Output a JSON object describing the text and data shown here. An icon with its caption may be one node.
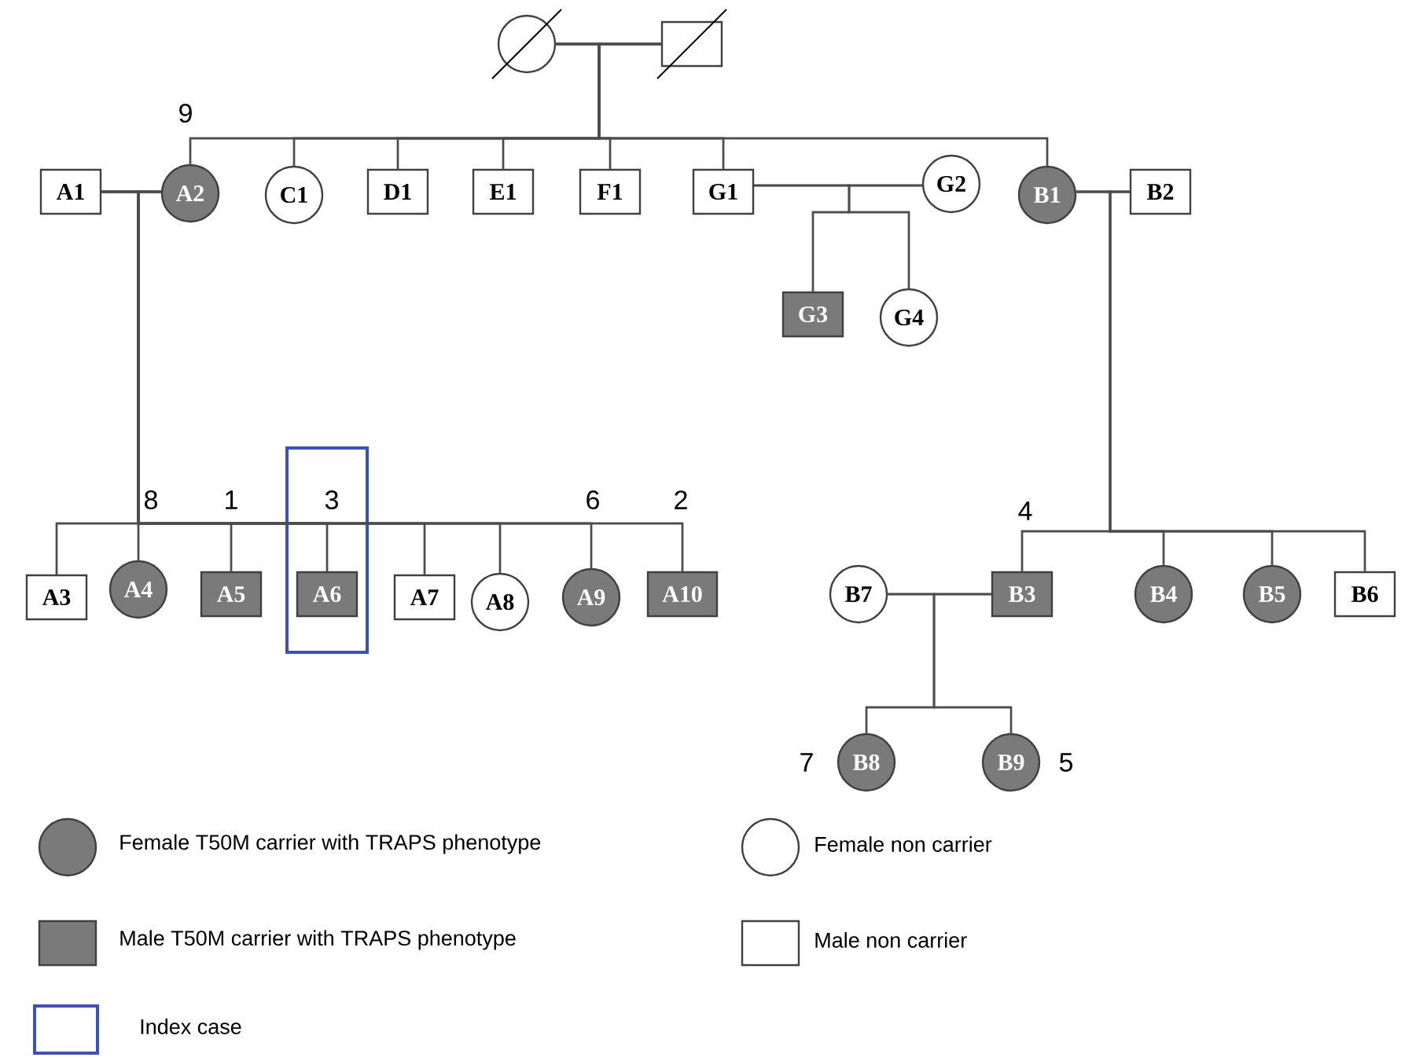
{
  "diagram": {
    "nodes": [
      {
        "text": [],
        "shape": "circle"
      },
      {
        "text": [],
        "shape": "box"
      },
      {
        "text": [
          "A1"
        ]
      },
      {
        "text": [
          "A2"
        ],
        "beside": [
          "9"
        ]
      },
      {
        "text": [
          "C1"
        ]
      },
      {
        "text": [
          "D1"
        ]
      },
      {
        "text": [
          "E1"
        ]
      },
      {
        "text": [
          "F1"
        ]
      },
      {
        "text": [
          "G1"
        ]
      },
      {
        "text": [
          "G2"
        ]
      },
      {
        "text": [
          "B1"
        ]
      },
      {
        "text": [
          "B2"
        ]
      },
      {
        "text": [
          "G3"
        ]
      },
      {
        "text": [
          "G4"
        ]
      },
      {
        "text": [
          "A3"
        ]
      },
      {
        "text": [
          "A4"
        ],
        "beside": [
          "8"
        ]
      },
      {
        "text": [
          "A5"
        ],
        "beside": [
          "1"
        ]
      },
      {
        "text": [],
        "shape": "box"
      },
      {
        "text": [
          "A6"
        ],
        "beside": [
          "3"
        ],
        "in": 17
      },
      {
        "text": [
          "A7"
        ]
      },
      {
        "text": [
          "A8"
        ]
      },
      {
        "text": [
          "A9"
        ],
        "beside": [
          "6"
        ]
      },
      {
        "text": [
          "A10"
        ],
        "beside": [
          "2"
        ]
      },
      {
        "text": [
          "B7"
        ]
      },
      {
        "text": [
          "B3"
        ],
        "beside": [
          "4"
        ]
      },
      {
        "text": [
          "B4"
        ]
      },
      {
        "text": [
          "B5"
        ]
      },
      {
        "text": [
          "B6"
        ]
      },
      {
        "text": [
          "B8"
        ],
        "beside": [
          "7"
        ]
      },
      {
        "text": [
          "B9"
        ],
        "beside": [
          "5"
        ]
      }
    ],
    "edges": [
      {
        "from": 0,
        "to": 1,
        "arrow": "none"
      },
      {
        "from": 0,
        "to": 3,
        "arrow": "none"
      },
      {
        "from": 1,
        "to": 3,
        "arrow": "none"
      },
      {
        "from": 0,
        "to": 4,
        "arrow": "none"
      },
      {
        "from": 1,
        "to": 4,
        "arrow": "none"
      },
      {
        "from": 0,
        "to": 5,
        "arrow": "none"
      },
      {
        "from": 1,
        "to": 5,
        "arrow": "none"
      },
      {
        "from": 0,
        "to": 6,
        "arrow": "none"
      },
      {
        "from": 1,
        "to": 6,
        "arrow": "none"
      },
      {
        "from": 0,
        "to": 7,
        "arrow": "none"
      },
      {
        "from": 1,
        "to": 7,
        "arrow": "none"
      },
      {
        "from": 0,
        "to": 8,
        "arrow": "none"
      },
      {
        "from": 1,
        "to": 8,
        "arrow": "none"
      },
      {
        "from": 0,
        "to": 10,
        "arrow": "none"
      },
      {
        "from": 1,
        "to": 10,
        "arrow": "none"
      },
      {
        "from": 2,
        "to": 3,
        "arrow": "none"
      },
      {
        "from": 8,
        "to": 9,
        "arrow": "none"
      },
      {
        "from": 10,
        "to": 11,
        "arrow": "none"
      },
      {
        "from": 23,
        "to": 24,
        "arrow": "none"
      },
      {
        "from": 2,
        "to": 14,
        "arrow": "none"
      },
      {
        "from": 3,
        "to": 14,
        "arrow": "none"
      },
      {
        "from": 2,
        "to": 15,
        "arrow": "none"
      },
      {
        "from": 3,
        "to": 15,
        "arrow": "none"
      },
      {
        "from": 2,
        "to": 16,
        "arrow": "none"
      },
      {
        "from": 3,
        "to": 16,
        "arrow": "none"
      },
      {
        "from": 2,
        "to": 18,
        "arrow": "none"
      },
      {
        "from": 3,
        "to": 18,
        "arrow": "none"
      },
      {
        "from": 2,
        "to": 19,
        "arrow": "none"
      },
      {
        "from": 3,
        "to": 19,
        "arrow": "none"
      },
      {
        "from": 2,
        "to": 20,
        "arrow": "none"
      },
      {
        "from": 3,
        "to": 20,
        "arrow": "none"
      },
      {
        "from": 2,
        "to": 21,
        "arrow": "none"
      },
      {
        "from": 3,
        "to": 21,
        "arrow": "none"
      },
      {
        "from": 2,
        "to": 22,
        "arrow": "none"
      },
      {
        "from": 3,
        "to": 22,
        "arrow": "none"
      },
      {
        "from": 8,
        "to": 12,
        "arrow": "none"
      },
      {
        "from": 9,
        "to": 12,
        "arrow": "none"
      },
      {
        "from": 8,
        "to": 13,
        "arrow": "none"
      },
      {
        "from": 9,
        "to": 13,
        "arrow": "none"
      },
      {
        "from": 10,
        "to": 24,
        "arrow": "none"
      },
      {
        "from": 11,
        "to": 24,
        "arrow": "none"
      },
      {
        "from": 10,
        "to": 25,
        "arrow": "none"
      },
      {
        "from": 11,
        "to": 25,
        "arrow": "none"
      },
      {
        "from": 10,
        "to": 26,
        "arrow": "none"
      },
      {
        "from": 11,
        "to": 26,
        "arrow": "none"
      },
      {
        "from": 10,
        "to": 27,
        "arrow": "none"
      },
      {
        "from": 11,
        "to": 27,
        "arrow": "none"
      },
      {
        "from": 23,
        "to": 28,
        "arrow": "none"
      },
      {
        "from": 24,
        "to": 28,
        "arrow": "none"
      },
      {
        "from": 23,
        "to": 29,
        "arrow": "none"
      },
      {
        "from": 24,
        "to": 29,
        "arrow": "none"
      }
    ],
    "legend": [
      {
        "text": "Female T50M carrier with TRAPS phenotype"
      },
      {
        "text": "Female non carrier"
      },
      {
        "text": "Male T50M carrier with TRAPS phenotype"
      },
      {
        "text": "Male non carrier"
      },
      {
        "text": "Index case"
      }
    ]
  }
}
